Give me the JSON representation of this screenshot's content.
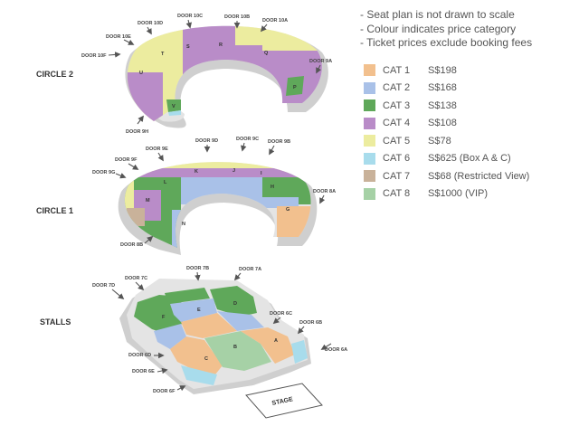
{
  "notes": [
    "- Seat plan is not drawn to scale",
    "- Colour indicates price category",
    "- Ticket prices exclude booking fees"
  ],
  "legend": [
    {
      "cat": "CAT 1",
      "price": "S$198",
      "color": "#f2c08e"
    },
    {
      "cat": "CAT 2",
      "price": "S$168",
      "color": "#a9c1e8"
    },
    {
      "cat": "CAT 3",
      "price": "S$138",
      "color": "#5fa85a"
    },
    {
      "cat": "CAT 4",
      "price": "S$108",
      "color": "#b98cc8"
    },
    {
      "cat": "CAT 5",
      "price": "S$78",
      "color": "#ecec9f"
    },
    {
      "cat": "CAT 6",
      "price": "S$625 (Box A & C)",
      "color": "#a8dcec"
    },
    {
      "cat": "CAT 7",
      "price": "S$68 (Restricted View)",
      "color": "#c9b29a"
    },
    {
      "cat": "CAT 8",
      "price": "S$1000 (VIP)",
      "color": "#a6d1a6"
    }
  ],
  "levels": {
    "circle2": "CIRCLE 2",
    "circle1": "CIRCLE 1",
    "stalls": "STALLS"
  },
  "stage": "STAGE",
  "doors": {
    "d10d": "DOOR 10D",
    "d10c": "DOOR 10C",
    "d10b": "DOOR 10B",
    "d10a": "DOOR 10A",
    "d10e": "DOOR 10E",
    "d10f": "DOOR 10F",
    "d9a": "DOOR 9A",
    "d9h": "DOOR 9H",
    "d9d": "DOOR 9D",
    "d9c": "DOOR 9C",
    "d9b": "DOOR 9B",
    "d9e": "DOOR 9E",
    "d9f": "DOOR 9F",
    "d9g": "DOOR 9G",
    "d8a": "DOOR 8A",
    "d8b": "DOOR 8B",
    "d7b": "DOOR 7B",
    "d7a": "DOOR 7A",
    "d7c": "DOOR 7C",
    "d7d": "DOOR 7D",
    "d6c": "DOOR 6C",
    "d6b": "DOOR 6B",
    "d6a": "DOOR 6A",
    "d6d": "DOOR 6D",
    "d6e": "DOOR 6E",
    "d6f": "DOOR 6F"
  },
  "sections": {
    "c2": {
      "T": "T",
      "S": "S",
      "R": "R",
      "Q": "Q",
      "U": "U",
      "P": "P",
      "V": "V"
    },
    "c1": {
      "K": "K",
      "J": "J",
      "I": "I",
      "L": "L",
      "M": "M",
      "H": "H",
      "G": "G",
      "N": "N"
    },
    "st": {
      "F": "F",
      "E": "E",
      "D": "D",
      "C": "C",
      "B": "B",
      "A": "A"
    }
  }
}
